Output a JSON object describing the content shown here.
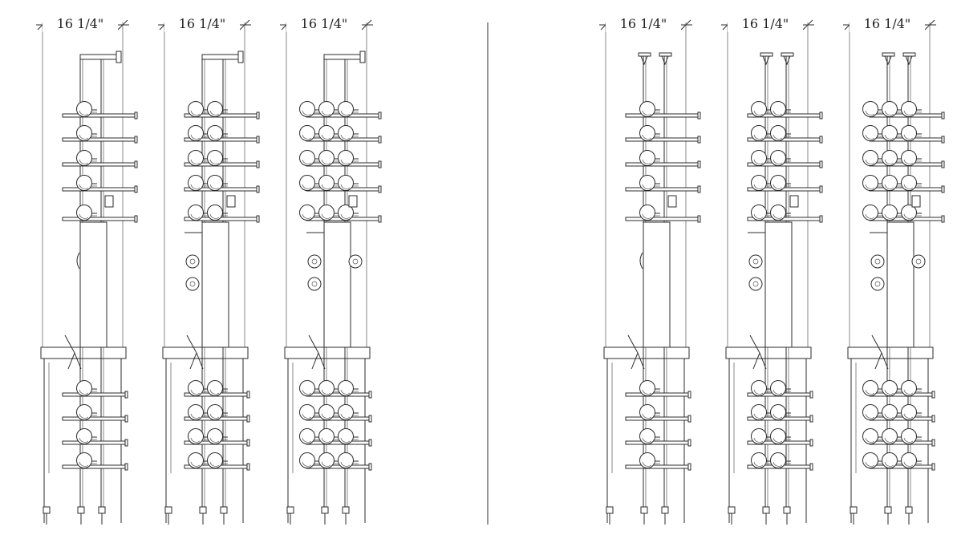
{
  "drawing": {
    "dimension_labels": [
      "16 1/4\"",
      "16 1/4\"",
      "16 1/4\"",
      "16 1/4\"",
      "16 1/4\"",
      "16 1/4\""
    ],
    "groups": [
      {
        "name": "left-elevations",
        "units": [
          {
            "upper_bottles_per_row": 1,
            "mid_bottles": 0,
            "lower_bottles_per_row": 1,
            "top": "arm"
          },
          {
            "upper_bottles_per_row": 2,
            "mid_bottles": 2,
            "lower_bottles_per_row": 2,
            "top": "arm"
          },
          {
            "upper_bottles_per_row": 3,
            "mid_bottles": 3,
            "lower_bottles_per_row": 3,
            "top": "arm"
          }
        ]
      },
      {
        "name": "right-elevations",
        "units": [
          {
            "upper_bottles_per_row": 1,
            "mid_bottles": 0,
            "lower_bottles_per_row": 1,
            "top": "ceiling"
          },
          {
            "upper_bottles_per_row": 2,
            "mid_bottles": 2,
            "lower_bottles_per_row": 2,
            "top": "ceiling"
          },
          {
            "upper_bottles_per_row": 3,
            "mid_bottles": 3,
            "lower_bottles_per_row": 3,
            "top": "ceiling"
          }
        ]
      }
    ],
    "upper_rows": 5,
    "lower_rows": 4,
    "colors": {
      "line": "#2b2b2b",
      "background": "#ffffff"
    }
  }
}
